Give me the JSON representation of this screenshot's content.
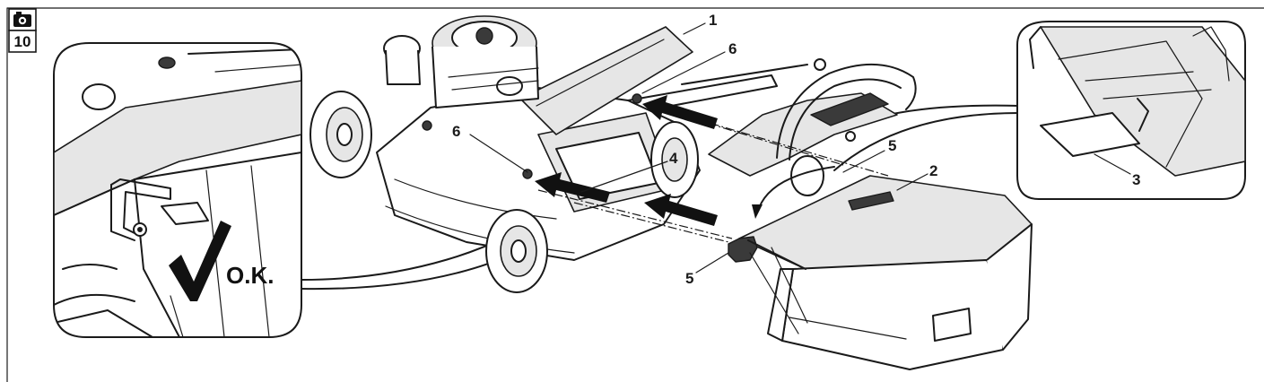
{
  "figure": {
    "number": "10",
    "badge_icon": "camera-icon",
    "ok_label": "O.K.",
    "check_icon": "checkmark-icon",
    "callouts": {
      "c1": "1",
      "c2": "2",
      "c3": "3",
      "c4": "4",
      "c5a": "5",
      "c5b": "5",
      "c6a": "6",
      "c6b": "6"
    },
    "colors": {
      "line": "#1a1a1a",
      "background": "#ffffff",
      "shade": "#e6e6e6"
    }
  }
}
